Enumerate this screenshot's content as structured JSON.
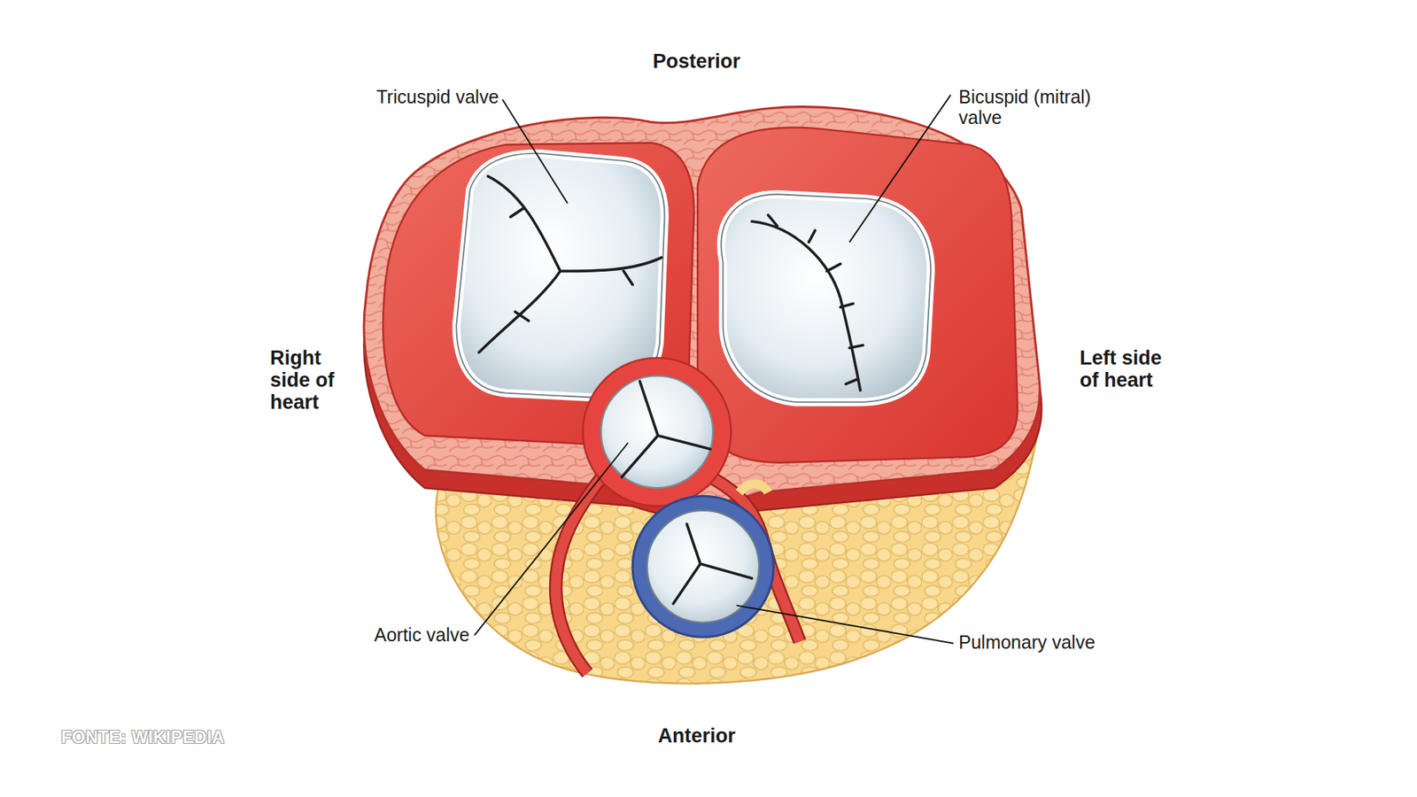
{
  "diagram": {
    "labels": [
      "Posterior",
      "Tricuspid valve",
      "Bicuspid (mitral) valve",
      "Right side of heart",
      "Left side of heart",
      "Aortic valve",
      "Pulmonary valve",
      "Anterior",
      "FONTE: WIKIPEDIA"
    ]
  }
}
